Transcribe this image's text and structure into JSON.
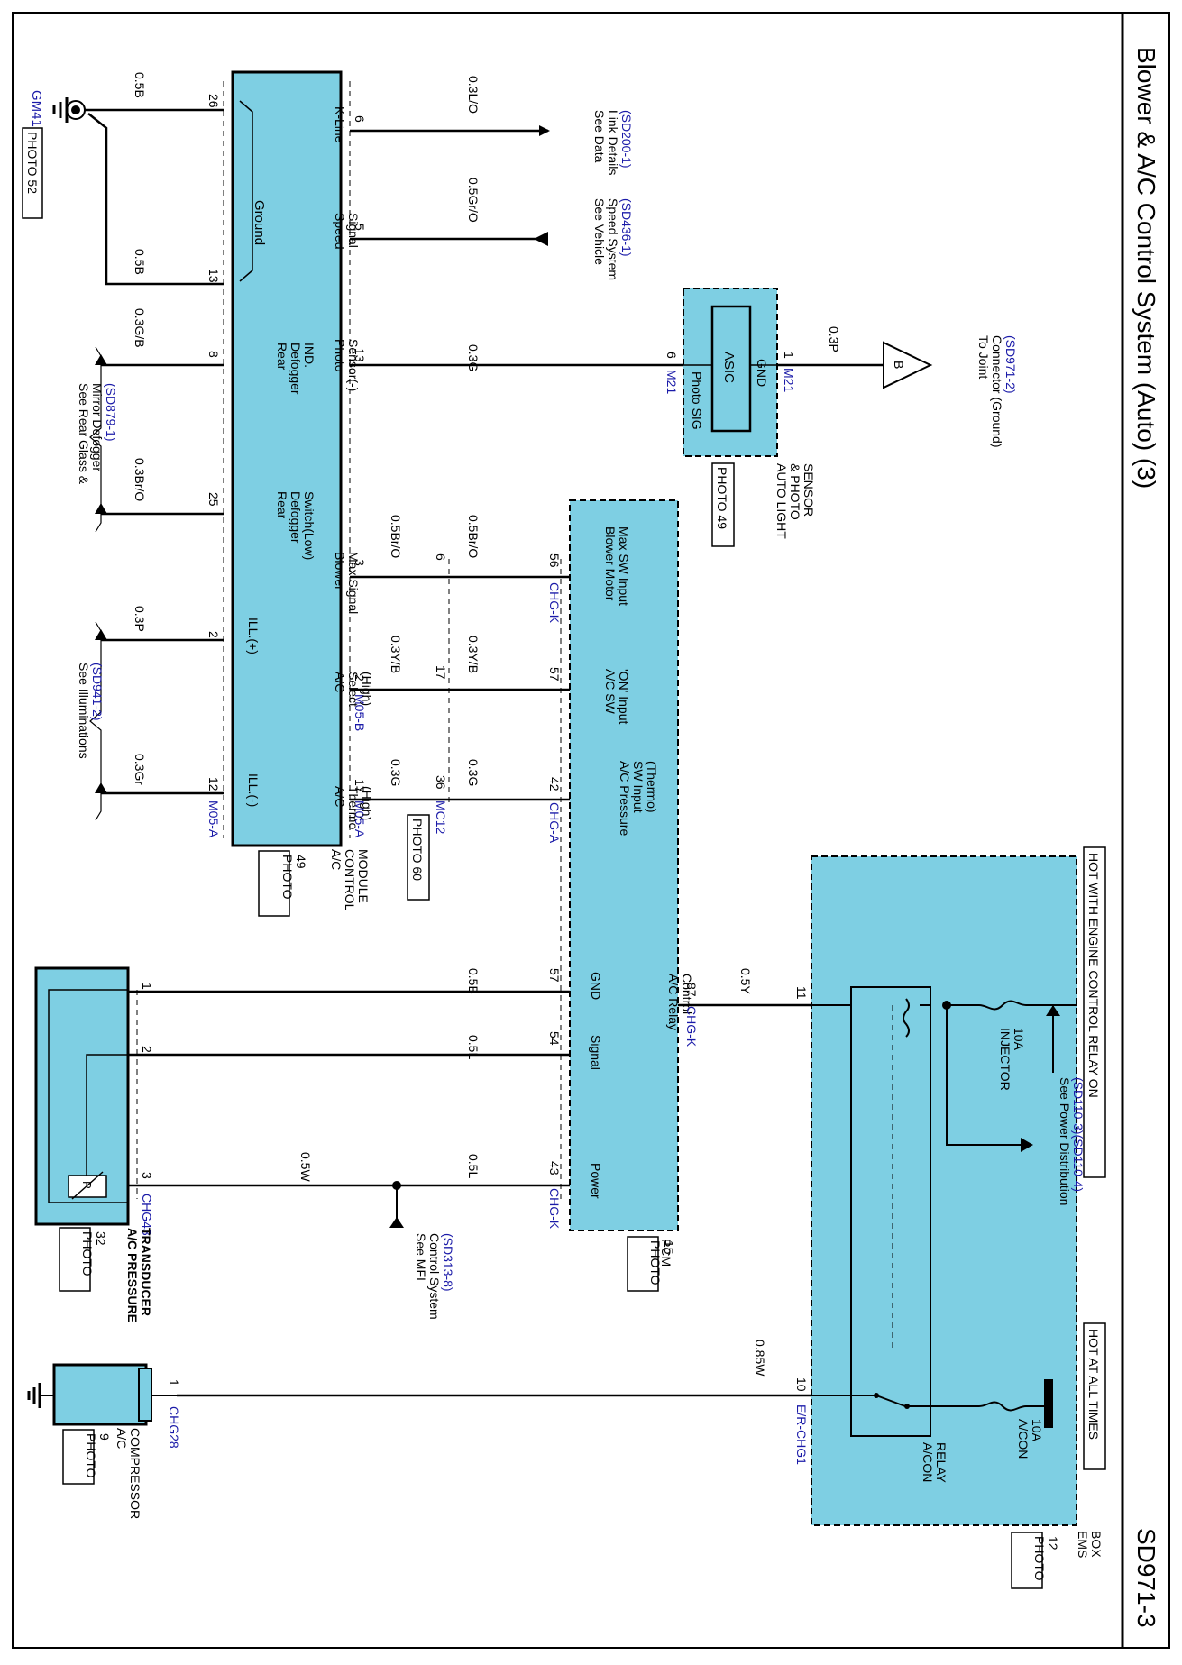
{
  "title": "Blower & A/C Control System (Auto) (3)",
  "page_code": "SD971-3",
  "colors": {
    "module_fill": "#7ecfe3",
    "link_blue": "#1a1aa8",
    "wire": "#000000"
  },
  "ac_module": {
    "name": "A/C CONTROL MODULE",
    "name_lines": [
      "A/C",
      "CONTROL",
      "MODULE"
    ],
    "photo_lines": [
      "PHOTO",
      "49"
    ],
    "ground_label": "Ground",
    "connectors": [
      "M05-A",
      "M05-B",
      "M05-A"
    ],
    "pins_left": [
      {
        "num": "26",
        "wire": "0.5B",
        "label": []
      },
      {
        "num": "13",
        "wire": "0.5B",
        "label": []
      },
      {
        "num": "8",
        "wire": "0.3G/B",
        "label": [
          "Rear",
          "Defogger",
          "IND."
        ]
      },
      {
        "num": "25",
        "wire": "0.3Br/O",
        "label": [
          "Rear",
          "Defogger",
          "Switch(Low)"
        ]
      },
      {
        "num": "2",
        "wire": "0.3P",
        "label": [
          "ILL.(+)"
        ]
      },
      {
        "num": "12",
        "wire": "0.3Gr",
        "label": [
          "ILL.(-)"
        ]
      }
    ],
    "pins_right": [
      {
        "num": "6",
        "wire": "0.3L/O",
        "label": [
          "K-Line"
        ]
      },
      {
        "num": "5",
        "wire": "0.5Gr/O",
        "label": [
          "Speed",
          "Signal"
        ]
      },
      {
        "num": "13",
        "wire": "0.3G",
        "label": [
          "Photo",
          "Sensor(-)"
        ]
      },
      {
        "num": "3",
        "wire": "0.5Br/O",
        "label": [
          "Blower",
          "Max Signal"
        ]
      },
      {
        "num": "2",
        "wire": "0.3Y/B",
        "label": [
          "A/C",
          "Select",
          "(High)"
        ]
      },
      {
        "num": "17",
        "wire": "0.3G",
        "label": [
          "A/C",
          "Thermo",
          "(High)"
        ]
      }
    ]
  },
  "ground": {
    "code": "GM41",
    "photo": "PHOTO 52"
  },
  "refs": {
    "data_link": {
      "lines": [
        "See Data",
        "Link Details"
      ],
      "code": "(SD200-1)"
    },
    "vehicle_speed": {
      "lines": [
        "See Vehicle",
        "Speed System"
      ],
      "code": "(SD436-1)"
    },
    "rear_glass": {
      "lines": [
        "See Rear Glass &",
        "Mirror Defogger"
      ],
      "code": "(SD879-1)"
    },
    "illuminations": {
      "lines": [
        "See Illuminations"
      ],
      "code": "(SD941-2)"
    },
    "joint_connector": {
      "lines": [
        "To Joint",
        "Connector (Ground)"
      ],
      "code": "(SD971-2)"
    },
    "power_distribution": {
      "lines": [
        "See Power Distribution"
      ],
      "code": "(SD110-3)(SD110-4)"
    },
    "mfi": {
      "lines": [
        "See MFI",
        "Control System"
      ],
      "code": "(SD313-8)"
    }
  },
  "joint_badge": "B",
  "sensor": {
    "chip": "ASIC",
    "pin_labels": [
      "GND",
      "Photo SIG"
    ],
    "connector": "M21",
    "pin_left": "6",
    "pin_right": "1",
    "wire_right": "0.3P",
    "name_lines": [
      "AUTO LIGHT",
      "& PHOTO",
      "SENSOR"
    ],
    "photo": "PHOTO 49"
  },
  "midconnector": {
    "code": "MC12",
    "photo": "PHOTO 60",
    "pins": [
      "6",
      "17",
      "36"
    ]
  },
  "pcm": {
    "name": "PCM",
    "photo_lines": [
      "PHOTO",
      "15"
    ],
    "pins": [
      {
        "num": "56",
        "conn": "CHG-K",
        "wire": "0.5Br/O",
        "label": [
          "Blower Motor",
          "Max SW Input"
        ]
      },
      {
        "num": "57",
        "conn": "",
        "wire": "0.3Y/B",
        "label": [
          "A/C SW",
          "'ON' Input"
        ]
      },
      {
        "num": "42",
        "conn": "CHG-A",
        "wire": "0.3G",
        "label": [
          "A/C Pressure",
          "SW Input",
          "(Thermo)"
        ]
      },
      {
        "num": "57",
        "conn": "",
        "wire": "0.5B",
        "label": [
          "GND"
        ]
      },
      {
        "num": "54",
        "conn": "",
        "wire": "0.5L",
        "label": [
          "Signal"
        ]
      },
      {
        "num": "43",
        "conn": "CHG-K",
        "wire": "0.5L",
        "label": [
          "Power"
        ]
      },
      {
        "num": "87",
        "conn": "CHG-K",
        "wire": "0.5Y",
        "label": [
          "A/C Relay",
          "Control"
        ]
      }
    ]
  },
  "ems_box": {
    "name": "EMS BOX",
    "name_lines": [
      "EMS",
      "BOX"
    ],
    "photo_lines": [
      "PHOTO",
      "12"
    ],
    "hot_engine": "HOT WITH ENGINE CONTROL RELAY ON",
    "hot_always": "HOT AT ALL TIMES",
    "injector_fuse": [
      "INJECTOR",
      "10A"
    ],
    "acon_fuse": [
      "A/CON",
      "10A"
    ],
    "relay_label": [
      "A/CON",
      "RELAY"
    ],
    "pin_11": "11",
    "pin_10": "10",
    "conn_10": "E/R-CHG1",
    "wire_10": "0.85W"
  },
  "transducer": {
    "name_lines": [
      "A/C PRESSURE",
      "TRANSDUCER"
    ],
    "photo_lines": [
      "PHOTO",
      "32"
    ],
    "connector": "CHG43",
    "p_label": "P",
    "pins": [
      "1",
      "2",
      "3"
    ],
    "wire_3": "0.5W"
  },
  "compressor": {
    "name_lines": [
      "A/C",
      "COMPRESSOR"
    ],
    "photo_lines": [
      "PHOTO",
      "9"
    ],
    "connector": "CHG28",
    "pin": "1"
  }
}
